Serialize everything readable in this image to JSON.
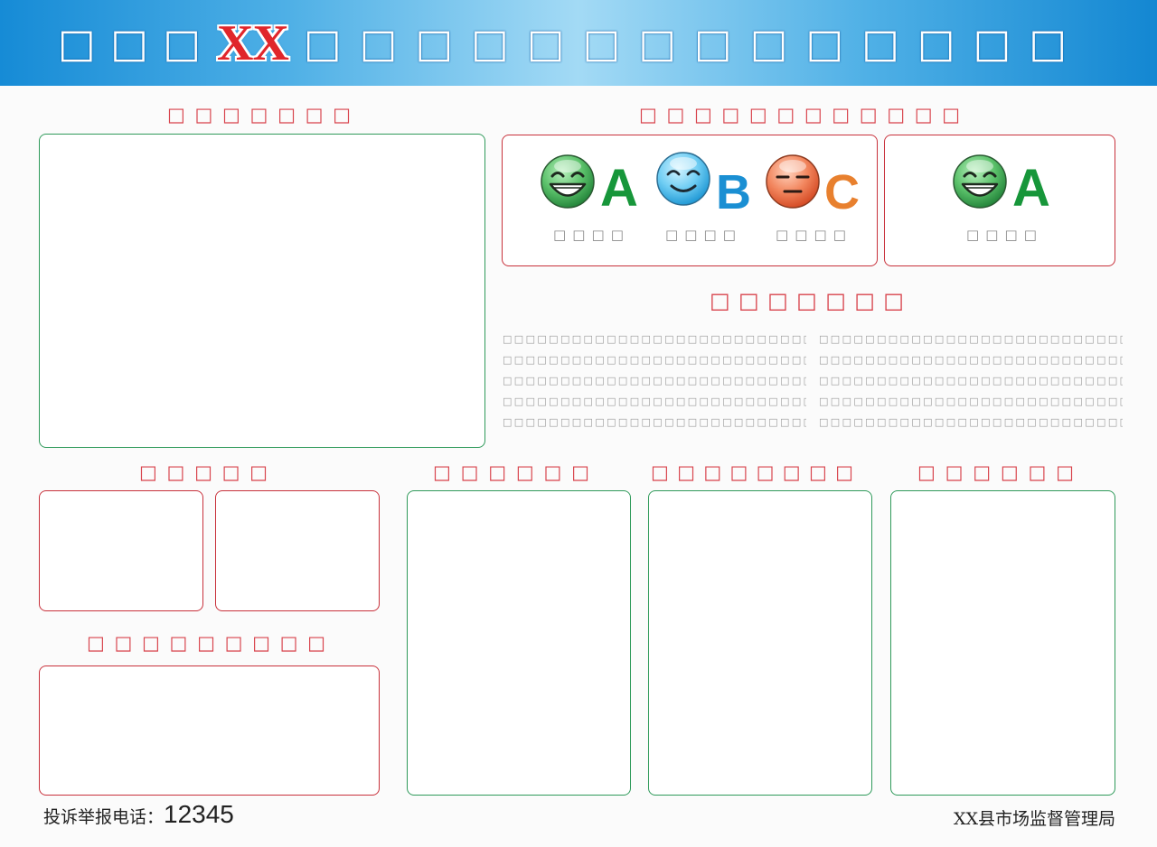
{
  "header": {
    "title_prefix": "□ □ □",
    "title_mark": "XX",
    "title_suffix": "□ □ □ □ □ □ □ □ □ □ □ □ □ □"
  },
  "sections": {
    "photo_panel": {
      "heading": "□ □ □ □ □ □ □"
    },
    "rating_panel": {
      "heading": "□ □ □ □ □ □ □ □ □ □ □ □",
      "levels": [
        {
          "grade": "A",
          "label": "□ □ □ □",
          "icon": "grin-face-icon",
          "color": "#17963a"
        },
        {
          "grade": "B",
          "label": "□ □ □ □",
          "icon": "smile-face-icon",
          "color": "#1a8fd3"
        },
        {
          "grade": "C",
          "label": "□ □ □ □",
          "icon": "neutral-face-icon",
          "color": "#e8802e"
        }
      ],
      "current": {
        "grade": "A",
        "label": "□ □ □ □",
        "icon": "grin-face-icon",
        "color": "#17963a"
      }
    },
    "intro": {
      "heading": "□ □ □ □ □ □ □",
      "left_lines": [
        "□□□□□□□□□□□□□□□□□□□□□□□□□□□□□",
        "□□□□□□□□□□□□□□□□□□□□□□□□□□□□□□",
        "□□□□□□□□□□□□□□□□□□□□□□□□□□□□□",
        "□□□□□□□□□□□□□□□□□□□□□□□□□□□□□□",
        "□□□□□□□□□□□□□□□□□□□□□□□□□□□□□□"
      ],
      "right_lines": [
        "□□□□□□□□□□□□□□□□□□□□□□□□□□□□□□",
        "□□□□□□□□□□□□□□□□□□□□□□□□□□□□□□",
        "□□□□□□□□□□□□□□□□□□□□□□□□□□□□□",
        "□□□□□□□□□□□□□□□□□□□□□□□□□□□□",
        "□□□□□□□□□□□□□□□□□□□□□□□□□□□□"
      ]
    },
    "small_photos": {
      "heading": "□ □ □ □ □"
    },
    "panel_b": {
      "heading": "□ □ □ □ □ □"
    },
    "panel_c": {
      "heading": "□ □ □ □ □ □ □ □"
    },
    "panel_d": {
      "heading": "□ □ □ □ □ □"
    },
    "notice": {
      "heading": "□ □ □ □ □ □ □ □ □"
    }
  },
  "footer": {
    "hotline_label": "投诉举报电话：",
    "hotline_number": "12345",
    "issuer": "XX县市场监督管理局"
  },
  "colors": {
    "header_blue": "#168bd6",
    "header_light": "#a3daf5",
    "panel_green": "#2f9a5a",
    "panel_red": "#c8313b",
    "heading_red": "#d8434c"
  }
}
